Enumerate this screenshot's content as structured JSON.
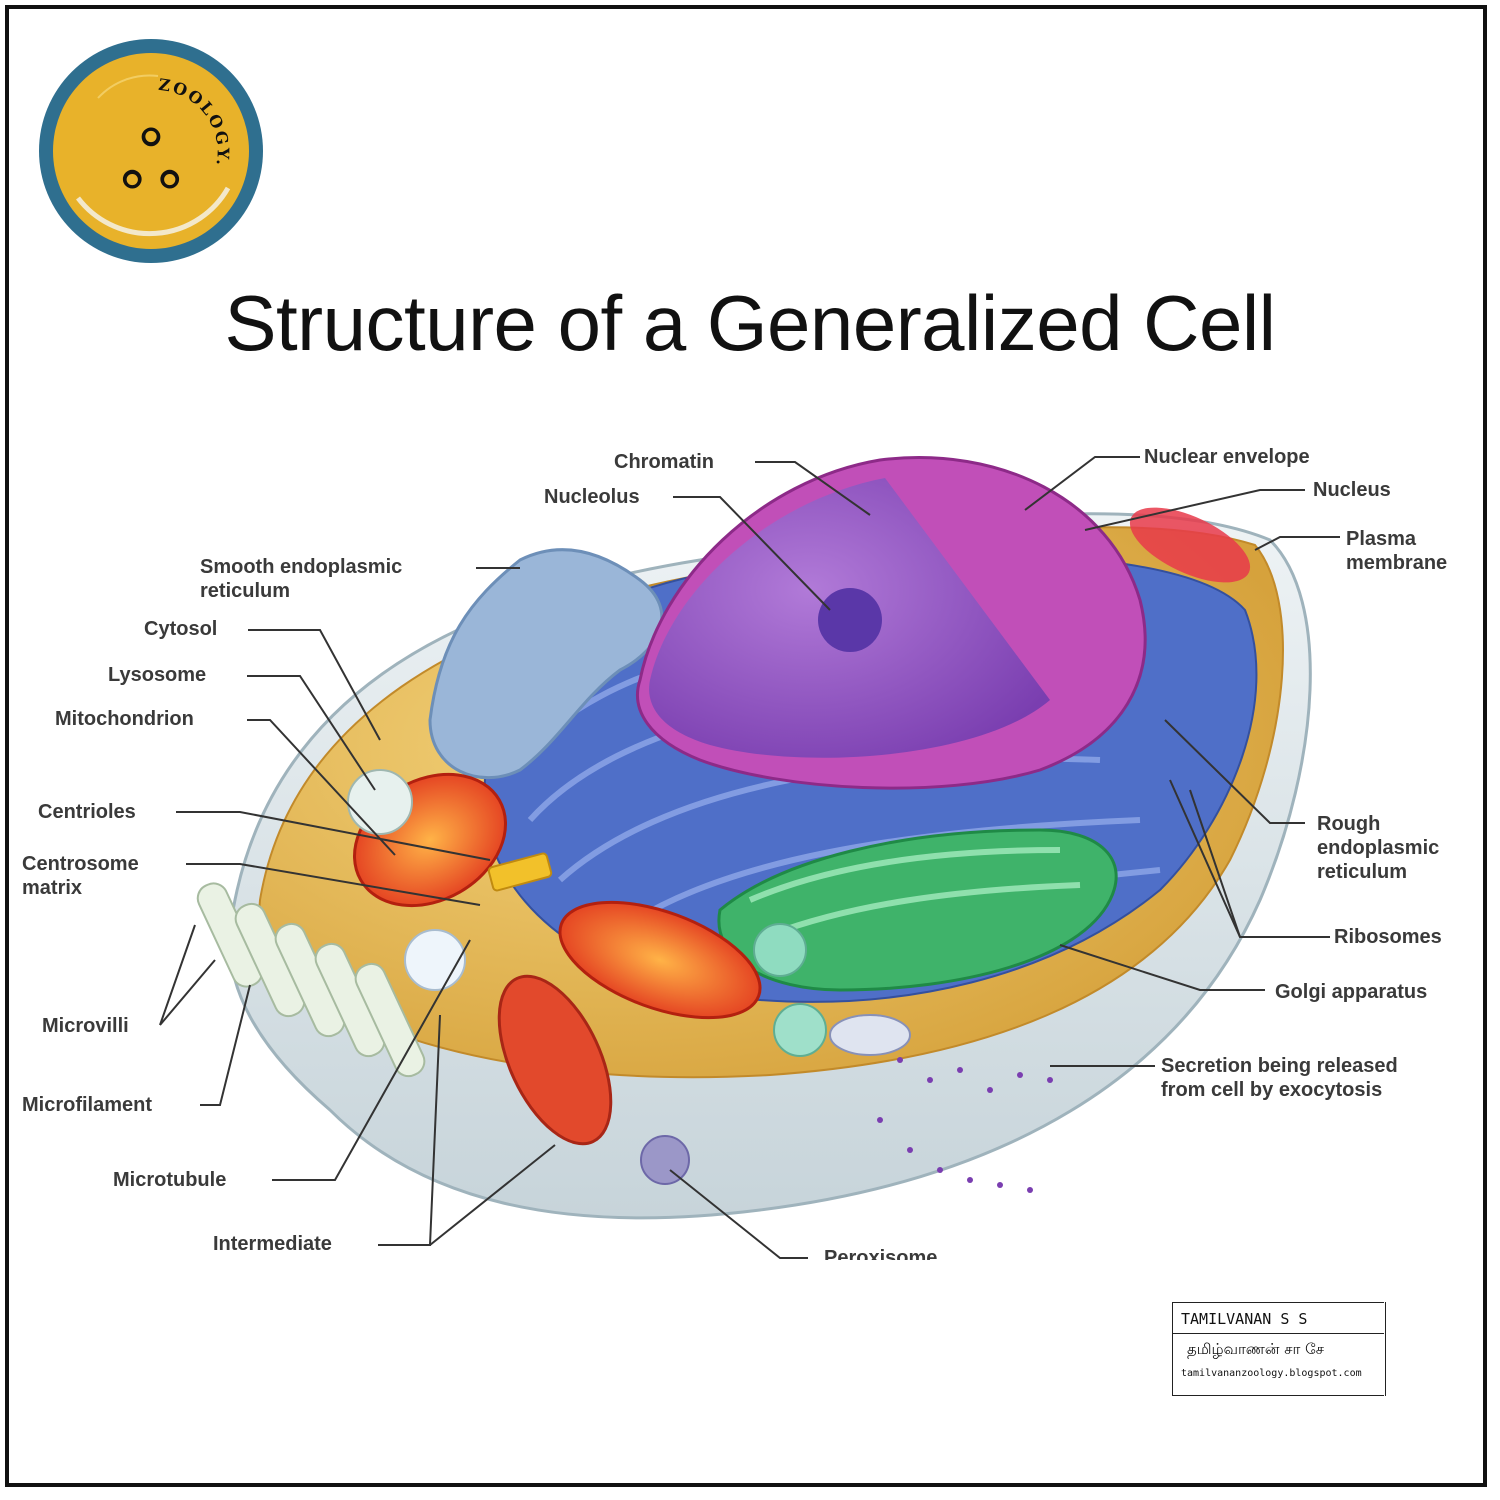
{
  "logo": {
    "text": "ZOOLOGY.",
    "glyph": "ஃ"
  },
  "title": "Structure of a Generalized Cell",
  "labels": {
    "chromatin": "Chromatin",
    "nucleolus": "Nucleolus",
    "nuclear_envelope": "Nuclear envelope",
    "nucleus": "Nucleus",
    "plasma_membrane": "Plasma\nmembrane",
    "smooth_er": "Smooth endoplasmic\nreticulum",
    "cytosol": "Cytosol",
    "lysosome": "Lysosome",
    "mitochondrion": "Mitochondrion",
    "centrioles": "Centrioles",
    "centrosome_matrix": "Centrosome\nmatrix",
    "microvilli": "Microvilli",
    "microfilament": "Microfilament",
    "microtubule": "Microtubule",
    "intermediate": "Intermediate",
    "rough_er": "Rough\nendoplasmic\nreticulum",
    "ribosomes": "Ribosomes",
    "golgi": "Golgi apparatus",
    "secretion": "Secretion being released\nfrom cell by exocytosis",
    "peroxisome": "Peroxisome"
  },
  "credit": {
    "name": "TAMILVANAN S S",
    "tamil": "தமிழ்வாணன் சா சே",
    "url": "tamilvananzoology.blogspot.com"
  }
}
